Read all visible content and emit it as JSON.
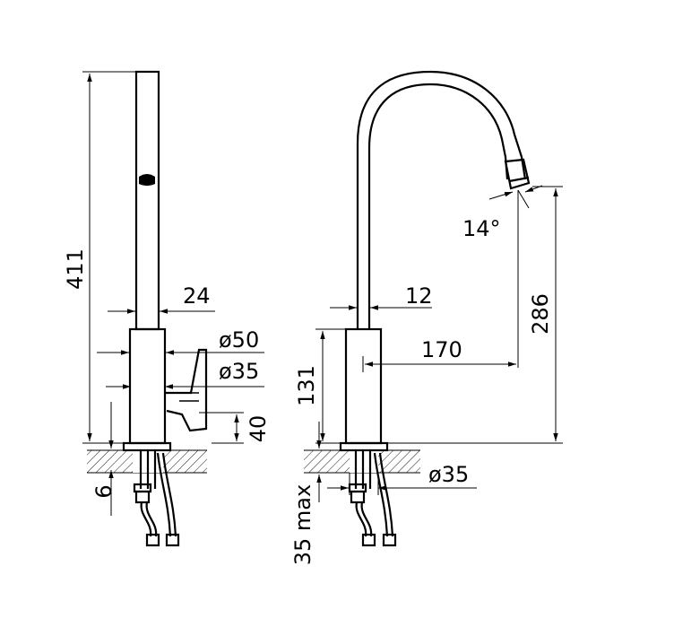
{
  "diagram": {
    "colors": {
      "ink": "#000000",
      "background": "#ffffff"
    },
    "left_view": {
      "labels": {
        "overall_height": "411",
        "spout_width": "24",
        "body_diameter": "ø50",
        "inner_diameter": "ø35",
        "lever_height": "40",
        "base_thickness": "6"
      }
    },
    "right_view": {
      "labels": {
        "angle": "14°",
        "spout_tube": "12",
        "body_height": "131",
        "reach": "170",
        "spout_height": "286",
        "mount_hole": "ø35",
        "max_counter_thickness": "35 max"
      }
    }
  }
}
